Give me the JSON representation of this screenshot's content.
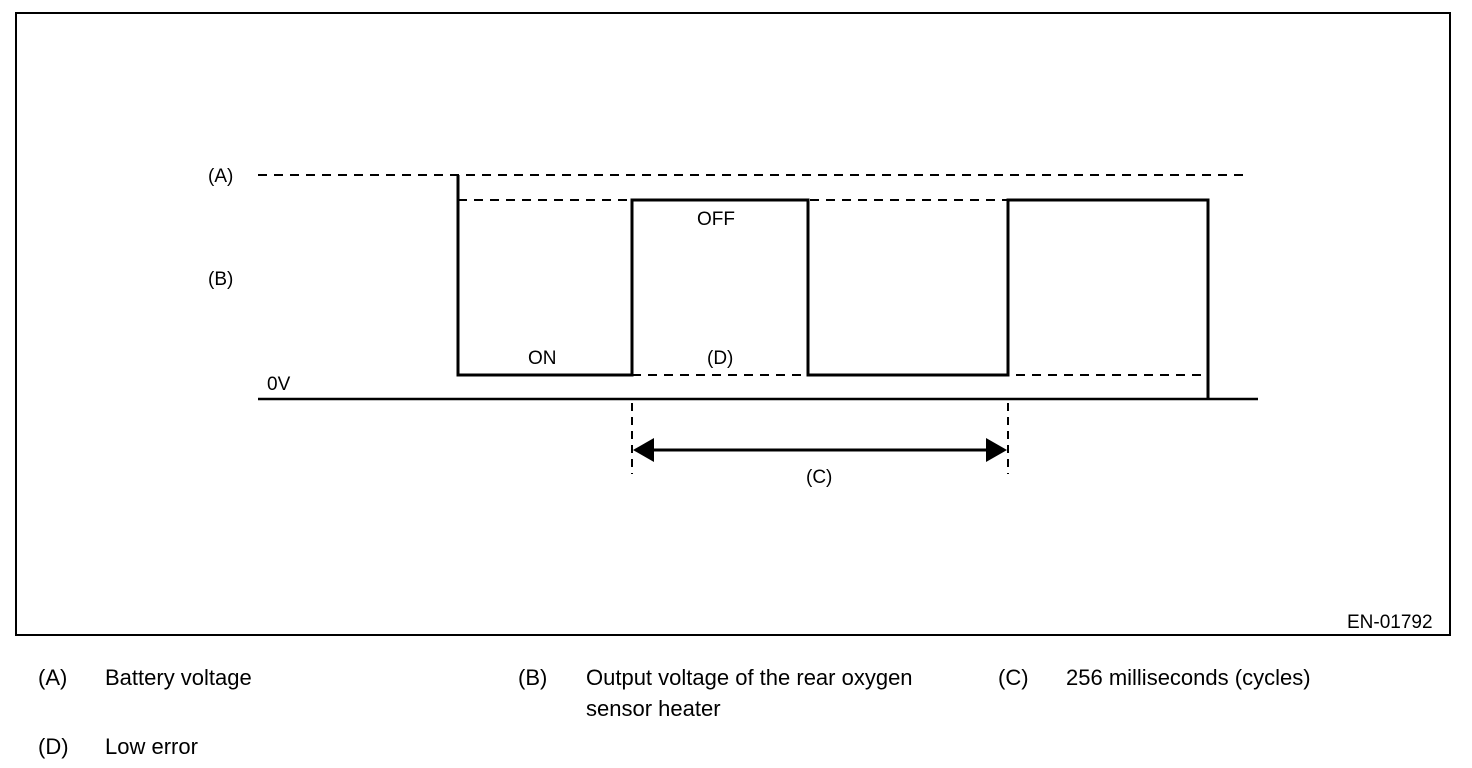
{
  "figure_id": "EN-01792",
  "diagram": {
    "marker_a": "(A)",
    "marker_b": "(B)",
    "marker_c": "(C)",
    "marker_d": "(D)",
    "zero_volt": "0V",
    "state_on": "ON",
    "state_off": "OFF"
  },
  "legend": [
    {
      "key": "(A)",
      "text": "Battery voltage"
    },
    {
      "key": "(B)",
      "text": "Output voltage of the rear oxygen",
      "text2": "sensor heater"
    },
    {
      "key": "(C)",
      "text": "256 milliseconds (cycles)"
    },
    {
      "key": "(D)",
      "text": "Low error"
    }
  ]
}
